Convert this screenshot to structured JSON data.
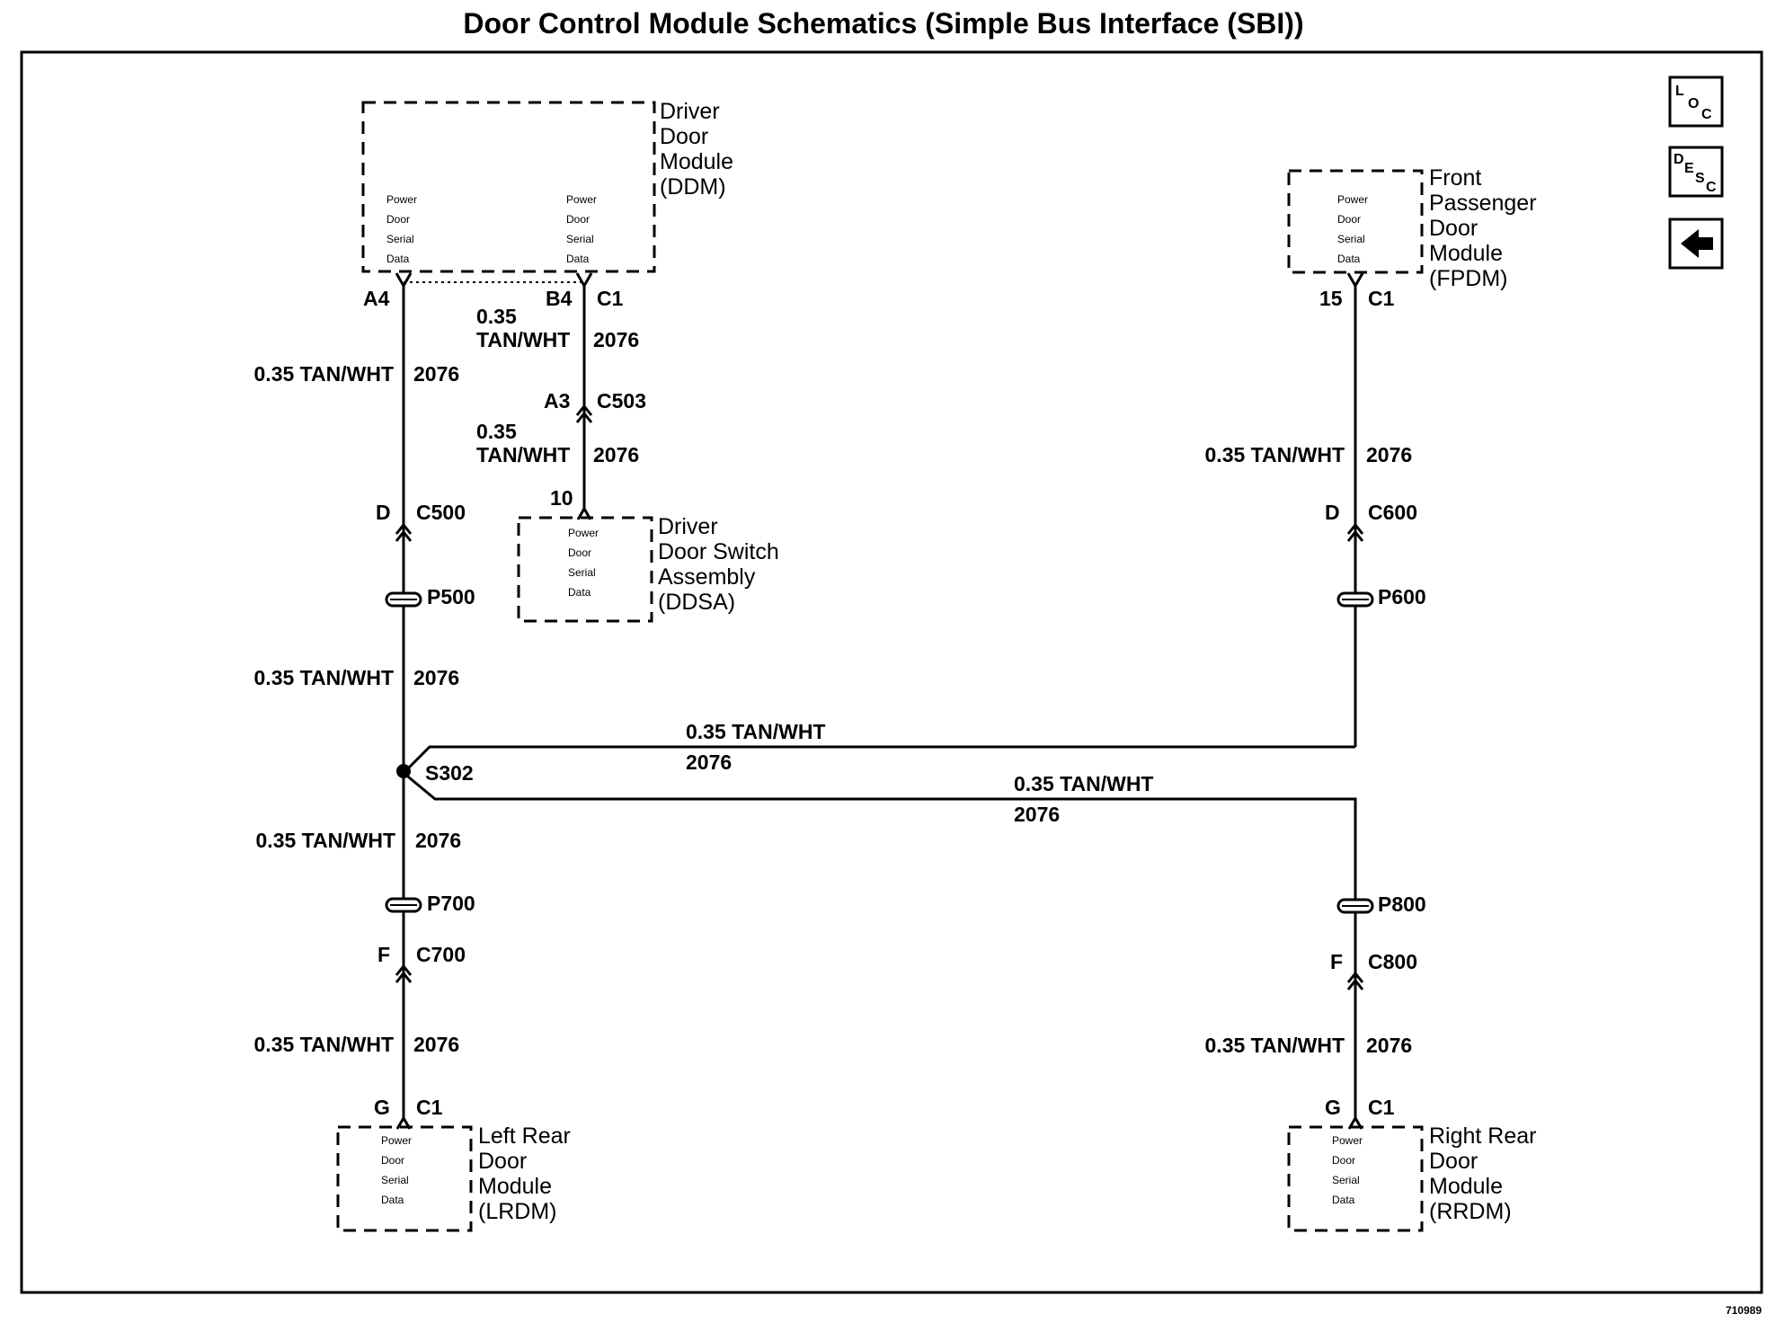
{
  "title": "Door Control Module Schematics (Simple Bus Interface (SBI))",
  "figure_number": "710989",
  "nav": {
    "loc": {
      "big": "L",
      "mid": "O",
      "small": "C"
    },
    "desc": {
      "big": "D",
      "mid": "E",
      "s": "S",
      "small": "C"
    },
    "back_arrow": "left-arrow-icon"
  },
  "modules": {
    "ddm": {
      "name_lines": [
        "Driver",
        "Door",
        "Module",
        "(DDM)"
      ],
      "left_circuit": [
        "Power",
        "Door",
        "Serial",
        "Data"
      ],
      "right_circuit": [
        "Power",
        "Door",
        "Serial",
        "Data"
      ]
    },
    "fpdm": {
      "name_lines": [
        "Front",
        "Passenger",
        "Door",
        "Module",
        "(FPDM)"
      ],
      "circuit": [
        "Power",
        "Door",
        "Serial",
        "Data"
      ]
    },
    "ddsa": {
      "name_lines": [
        "Driver",
        "Door Switch",
        "Assembly",
        "(DDSA)"
      ],
      "circuit": [
        "Power",
        "Door",
        "Serial",
        "Data"
      ]
    },
    "lrdm": {
      "name_lines": [
        "Left Rear",
        "Door",
        "Module",
        "(LRDM)"
      ],
      "circuit": [
        "Power",
        "Door",
        "Serial",
        "Data"
      ]
    },
    "rrdm": {
      "name_lines": [
        "Right Rear",
        "Door",
        "Module",
        "(RRDM)"
      ],
      "circuit": [
        "Power",
        "Door",
        "Serial",
        "Data"
      ]
    }
  },
  "pins": {
    "ddm_left": {
      "pin": "A4"
    },
    "ddm_right": {
      "pin": "B4",
      "connector": "C1"
    },
    "c503": {
      "pin": "A3",
      "connector": "C503"
    },
    "ddsa": {
      "pin": "10"
    },
    "fpdm": {
      "pin": "15",
      "connector": "C1"
    },
    "c500": {
      "pin": "D",
      "connector": "C500"
    },
    "c600": {
      "pin": "D",
      "connector": "C600"
    },
    "c700": {
      "pin": "F",
      "connector": "C700"
    },
    "c800": {
      "pin": "F",
      "connector": "C800"
    },
    "lrdm": {
      "pin": "G",
      "connector": "C1"
    },
    "rrdm": {
      "pin": "G",
      "connector": "C1"
    }
  },
  "passthroughs": {
    "p500": "P500",
    "p600": "P600",
    "p700": "P700",
    "p800": "P800"
  },
  "splice": "S302",
  "wire": {
    "spec": "0.35 TAN/WHT",
    "size": "0.35",
    "color": "TAN/WHT",
    "circuit": "2076"
  }
}
